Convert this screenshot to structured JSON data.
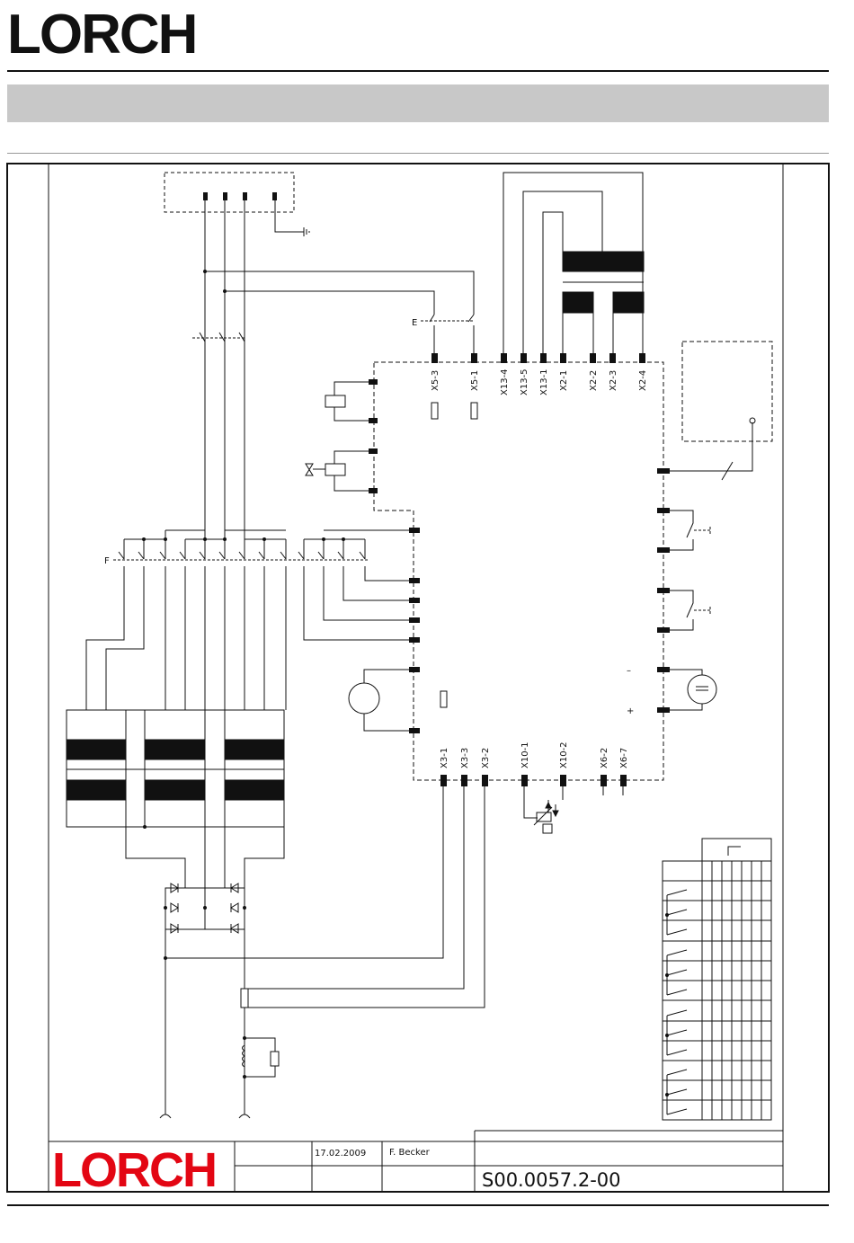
{
  "header": {
    "brand": "LORCH"
  },
  "terminals_top": [
    "X5-3",
    "X5-1",
    "X13-4",
    "X13-5",
    "X13-1",
    "X2-1",
    "X2-2",
    "X2-3",
    "X2-4"
  ],
  "terminals_bottom": [
    "X3-1",
    "X3-3",
    "X3-2",
    "X10-1",
    "X10-2",
    "X6-2",
    "X6-7"
  ],
  "symbols": {
    "switch_e": "E",
    "switch_f": "F",
    "minus": "–",
    "plus": "+"
  },
  "title_block": {
    "brand": "LORCH",
    "date": "17.02.2009",
    "author": "F. Becker",
    "doc_number": "S00.0057.2-00"
  }
}
